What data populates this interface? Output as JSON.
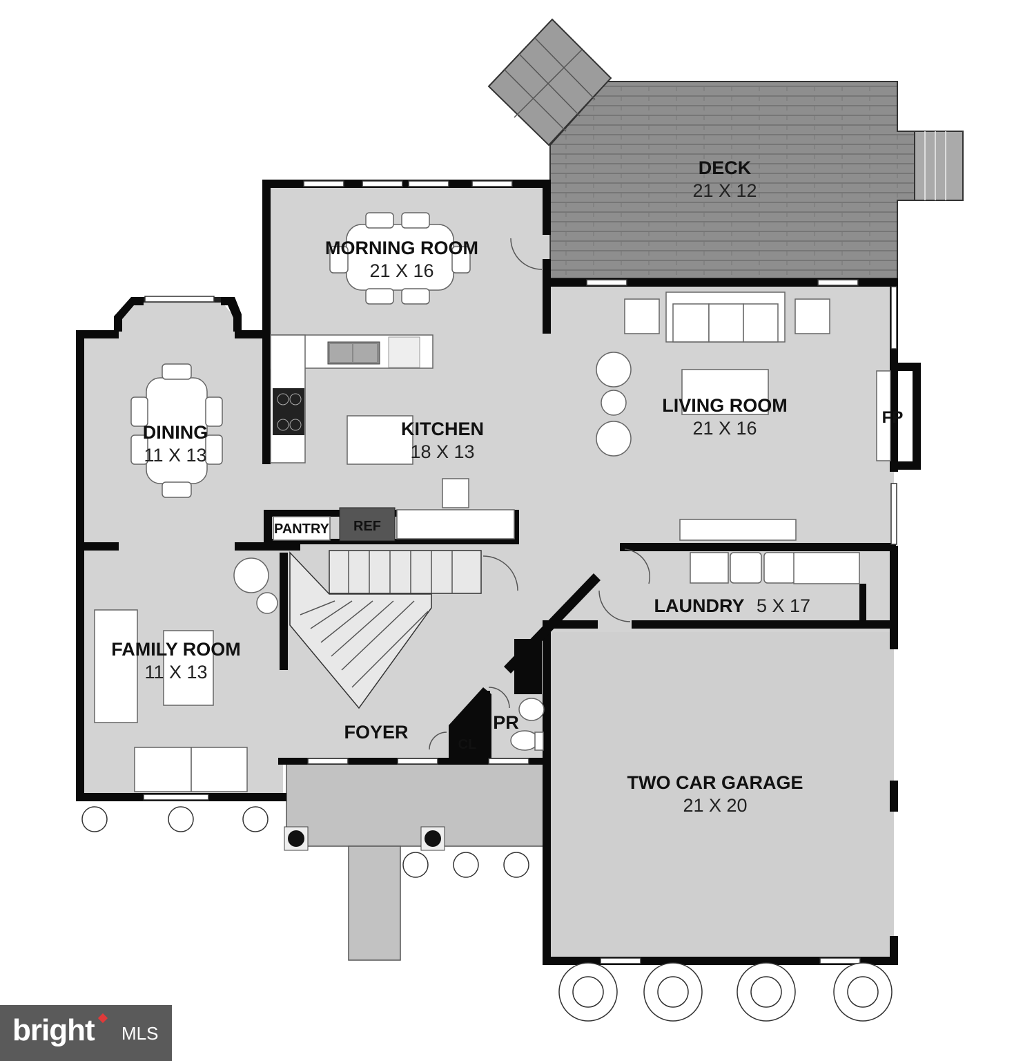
{
  "rooms": {
    "deck": {
      "name": "DECK",
      "dims": "21 X 12"
    },
    "morning_room": {
      "name": "MORNING ROOM",
      "dims": "21 X 16"
    },
    "dining": {
      "name": "DINING",
      "dims": "11 X 13"
    },
    "kitchen": {
      "name": "KITCHEN",
      "dims": "18 X 13"
    },
    "living_room": {
      "name": "LIVING ROOM",
      "dims": "21 X 16"
    },
    "family_room": {
      "name": "FAMILY ROOM",
      "dims": "11 X 13"
    },
    "laundry": {
      "name": "LAUNDRY",
      "dims": "5 X 17"
    },
    "foyer": {
      "name": "FOYER"
    },
    "powder_room": {
      "name": "PR"
    },
    "closet": {
      "name": "CL"
    },
    "pantry": {
      "name": "PANTRY"
    },
    "refrigerator": {
      "name": "REF"
    },
    "fireplace": {
      "name": "FP"
    },
    "garage": {
      "name": "TWO CAR GARAGE",
      "dims": "21 X 20"
    }
  },
  "logo": {
    "brand": "bright",
    "suffix": "MLS"
  },
  "colors": {
    "wall": "#0a0a0a",
    "floor": "#d3d3d3",
    "deck": "#8a8a8a",
    "porch": "#bdbdbd",
    "logo_bg": "#5a5a5a",
    "logo_accent": "#e03a3a"
  }
}
